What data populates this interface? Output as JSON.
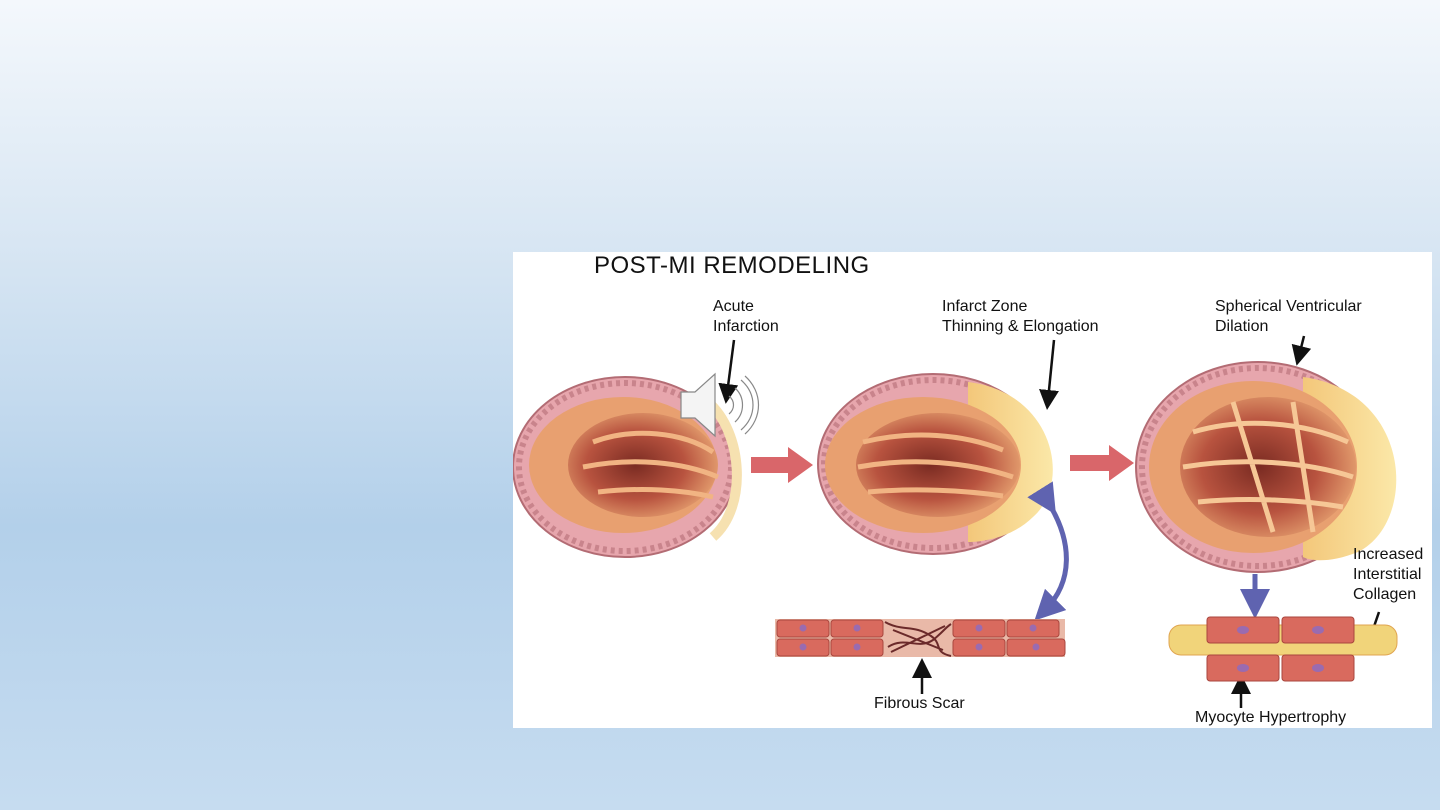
{
  "figure": {
    "title": "POST-MI REMODELING",
    "labels": {
      "acute": "Acute\nInfarction",
      "thinning": "Infarct Zone\nThinning & Elongation",
      "dilation": "Spherical Ventricular\nDilation",
      "collagen": "Increased\nInterstitial\nCollagen",
      "scar": "Fibrous Scar",
      "hypertrophy": "Myocyte Hypertrophy"
    }
  },
  "colors": {
    "arrow_red": "#d9666a",
    "arrow_blue": "#5f63b0",
    "muscle": "#d47a66",
    "epicardium": "#e7a6ad",
    "scar_yellow": "#f1d47a",
    "cell": "#d96a5e",
    "nucleus": "#9a6bb0"
  },
  "icons": {
    "audio": "speaker-icon"
  }
}
